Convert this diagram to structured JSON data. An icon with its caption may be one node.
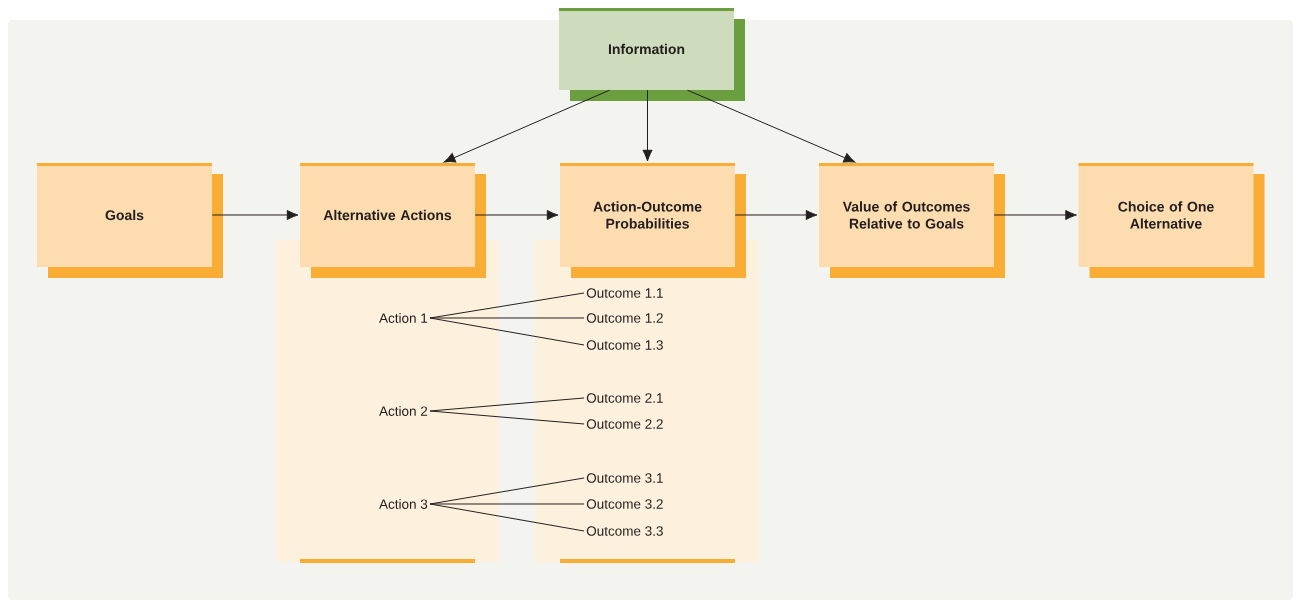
{
  "diagram": {
    "nodes": [
      {
        "text": [
          "Information"
        ]
      },
      {
        "text": [
          "Goals"
        ]
      },
      {
        "text": [
          "Alternative Actions"
        ]
      },
      {
        "text": [
          "Action-Outcome Probabilities"
        ]
      },
      {
        "text": [
          "Value of Outcomes Relative to Goals"
        ]
      },
      {
        "text": [
          "Choice of One Alternative"
        ]
      },
      {
        "text": [
          "Action 1"
        ]
      },
      {
        "text": [
          "Action 2"
        ]
      },
      {
        "text": [
          "Action 3"
        ]
      },
      {
        "text": [
          "Outcome 1.1"
        ]
      },
      {
        "text": [
          "Outcome 1.2"
        ]
      },
      {
        "text": [
          "Outcome 1.3"
        ]
      },
      {
        "text": [
          "Outcome 2.1"
        ]
      },
      {
        "text": [
          "Outcome 2.2"
        ]
      },
      {
        "text": [
          "Outcome 3.1"
        ]
      },
      {
        "text": [
          "Outcome 3.2"
        ]
      },
      {
        "text": [
          "Outcome 3.3"
        ]
      }
    ],
    "edges": [
      {
        "from": 0,
        "to": 2,
        "arrow": "to"
      },
      {
        "from": 0,
        "to": 3,
        "arrow": "to"
      },
      {
        "from": 0,
        "to": 4,
        "arrow": "to"
      },
      {
        "from": 1,
        "to": 2,
        "arrow": "to"
      },
      {
        "from": 2,
        "to": 3,
        "arrow": "to"
      },
      {
        "from": 3,
        "to": 4,
        "arrow": "to"
      },
      {
        "from": 4,
        "to": 5,
        "arrow": "to"
      },
      {
        "from": 6,
        "to": 9,
        "arrow": "none"
      },
      {
        "from": 6,
        "to": 10,
        "arrow": "none"
      },
      {
        "from": 6,
        "to": 11,
        "arrow": "none"
      },
      {
        "from": 7,
        "to": 12,
        "arrow": "none"
      },
      {
        "from": 7,
        "to": 13,
        "arrow": "none"
      },
      {
        "from": 8,
        "to": 14,
        "arrow": "none"
      },
      {
        "from": 8,
        "to": 15,
        "arrow": "none"
      },
      {
        "from": 8,
        "to": 16,
        "arrow": "none"
      }
    ]
  }
}
